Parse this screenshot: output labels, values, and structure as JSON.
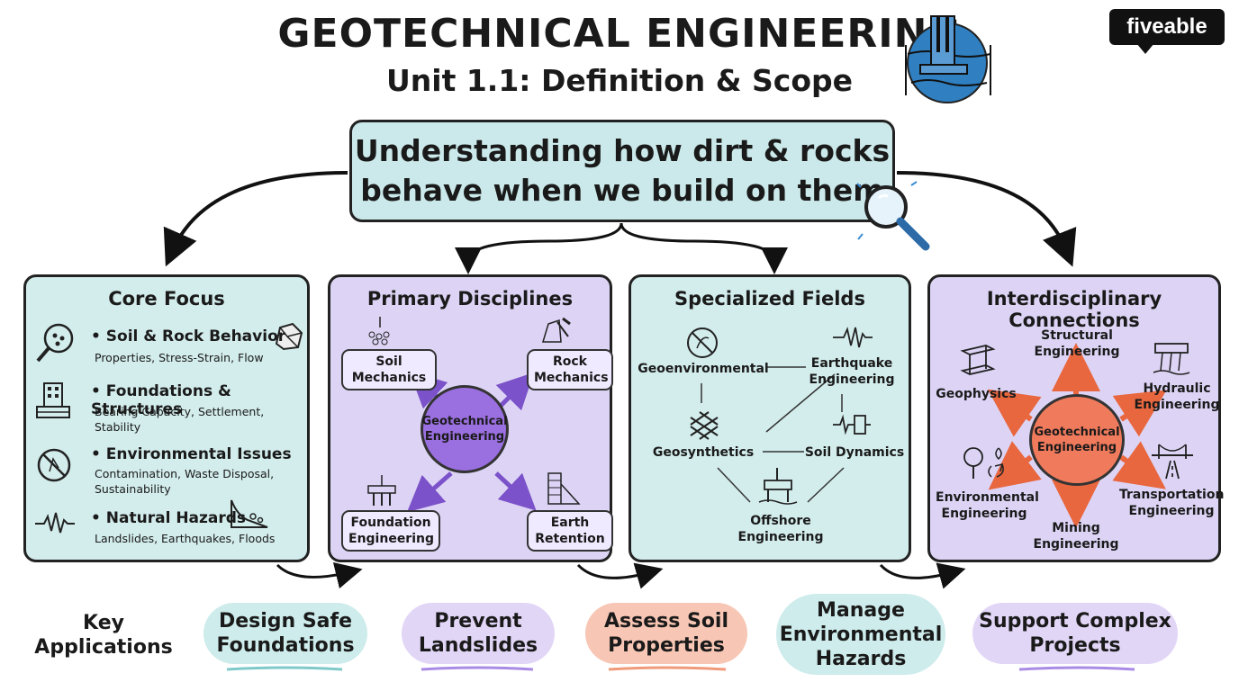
{
  "header": {
    "title": "GEOTECHNICAL ENGINEERING",
    "subtitle": "Unit 1.1: Definition & Scope",
    "brand": "fiveable"
  },
  "definition": {
    "line1": "Understanding how dirt & rocks",
    "line2": "behave when we build on them"
  },
  "core_focus": {
    "title": "Core Focus",
    "items": [
      {
        "heading": "• Soil & Rock Behavior",
        "detail1": "Properties, Stress-Strain, Flow",
        "detail2": ""
      },
      {
        "heading": "• Foundations & Structures",
        "detail1": "Bearing Capacity, Settlement,",
        "detail2": "Stability"
      },
      {
        "heading": "• Environmental Issues",
        "detail1": "Contamination, Waste Disposal,",
        "detail2": "Sustainability"
      },
      {
        "heading": "• Natural Hazards",
        "detail1": "Landslides, Earthquakes, Floods",
        "detail2": ""
      }
    ]
  },
  "primary": {
    "title": "Primary Disciplines",
    "center": "Geotechnical Engineering",
    "nodes": [
      "Soil Mechanics",
      "Rock Mechanics",
      "Foundation Engineering",
      "Earth Retention"
    ]
  },
  "specialized": {
    "title": "Specialized Fields",
    "nodes": [
      "Geoenvironmental",
      "Earthquake Engineering",
      "Geosynthetics",
      "Soil Dynamics",
      "Offshore Engineering"
    ]
  },
  "interdisciplinary": {
    "title": "Interdisciplinary Connections",
    "center": "Geotechnical Engineering",
    "nodes": [
      "Structural Engineering",
      "Geophysics",
      "Hydraulic Engineering",
      "Environmental Engineering",
      "Mining Engineering",
      "Transportation Engineering"
    ]
  },
  "applications": {
    "label": "Key Applications",
    "items": [
      "Design Safe Foundations",
      "Prevent Landslides",
      "Assess Soil Properties",
      "Manage Environmental Hazards",
      "Support Complex Projects"
    ]
  },
  "colors": {
    "teal": "#d3ecec",
    "purple": "#ddd4f5",
    "center_purple": "#9a6fe0",
    "center_red": "#f07a5c",
    "blob_teal": "#cdeceb",
    "blob_purple": "#e2d6f7",
    "blob_salmon": "#f7c6b4"
  }
}
